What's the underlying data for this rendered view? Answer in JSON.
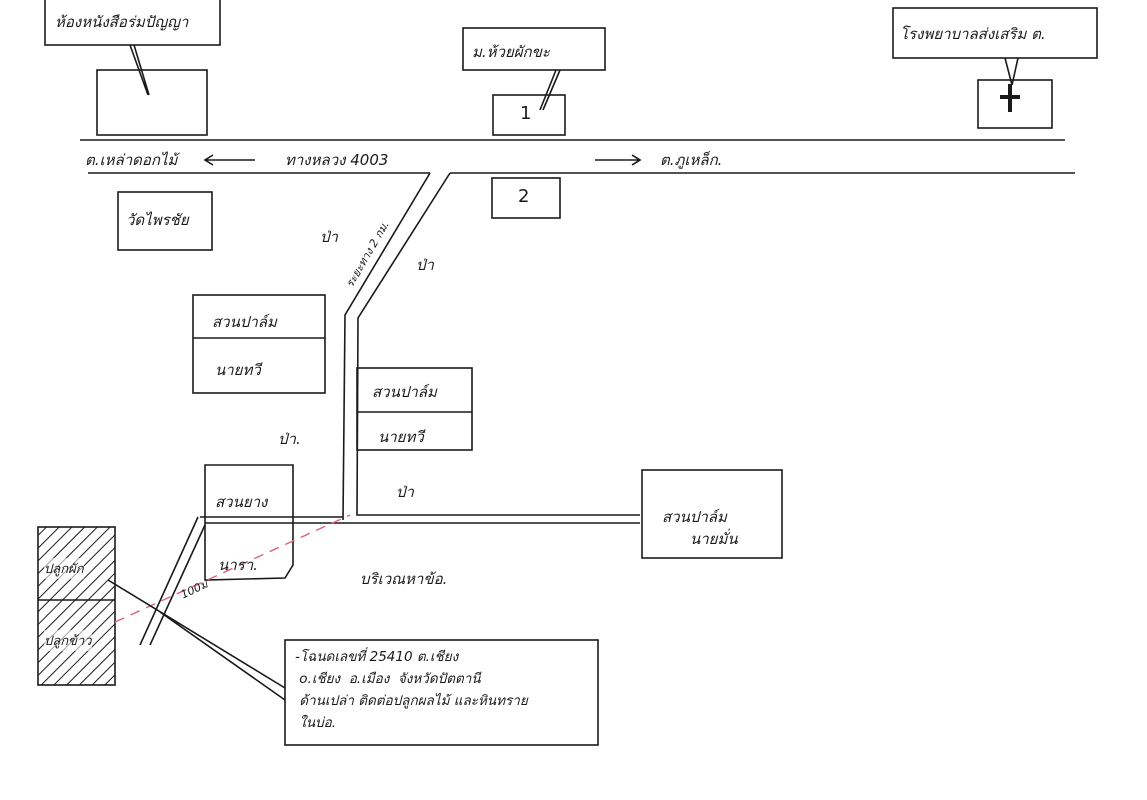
{
  "labels": {
    "library": "ห้องหนังสือร่มปัญญา",
    "village": "ม.ห้วยผักขะ",
    "hospital": "โรงพยาบาลส่งเสริม ต.",
    "box1": "1",
    "box2": "2",
    "temple": "วัดไพรชัย",
    "road_left": "ต.เหล่าดอกไม้",
    "road_name": "ทางหลวง 4003",
    "road_right": "ต.ภูเหล็ก.",
    "side_road": "ระยะทาง 2 กม.",
    "forest": "ป่า",
    "forest_dot": "ป่า.",
    "plot_a_top": "สวนปาล์ม",
    "plot_a_bottom": "นายทวี",
    "plot_b_top": "สวนปาล์ม",
    "plot_b_bottom": "นายทวี",
    "plot_c_top": "สวนยาง",
    "plot_c_bottom": "นารา.",
    "plot_d_top": "สวนปาล์ม",
    "plot_d_bottom": "นายมั่น",
    "area": "บริเวณหาข้อ.",
    "hatched_top": "ปลูกผัก",
    "hatched_bottom": "ปลูกข้าว",
    "distance": "100ม"
  },
  "note": "-โฉนดเลขที่ 25410 ต.เชียง\n o.เชียง  อ.เมือง  จังหวัดปัตตานี\n ด้านเปล่า ติดต่อปลูกผลไม้ และหินทราย\n ในบ่อ.",
  "colors": {
    "ink": "#1a1a1a",
    "dashed": "#e0607a"
  }
}
